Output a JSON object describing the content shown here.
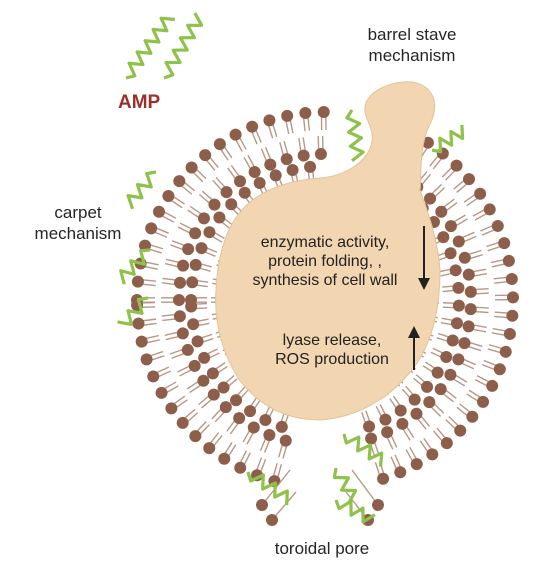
{
  "labels": {
    "amp": "AMP",
    "barrel_stave": [
      "barrel stave",
      "mechanism"
    ],
    "carpet": [
      "carpet",
      "mechanism"
    ],
    "toroidal": "toroidal pore",
    "decreased_effects": [
      "enzymatic activity,",
      "protein folding, ,",
      "synthesis of cell wall"
    ],
    "increased_effects": [
      "lyase release,",
      "ROS production"
    ]
  },
  "arrows": {
    "decreased": "down",
    "increased": "up"
  },
  "colors": {
    "membrane_head": "#8d5f4b",
    "membrane_tail": "#b99788",
    "cytoplasm": "#f2d5b1",
    "peptide": "#8ec24b",
    "peptide_dark": "#6f9e35",
    "amp_text": "#9b2f2c",
    "text": "#262626"
  }
}
